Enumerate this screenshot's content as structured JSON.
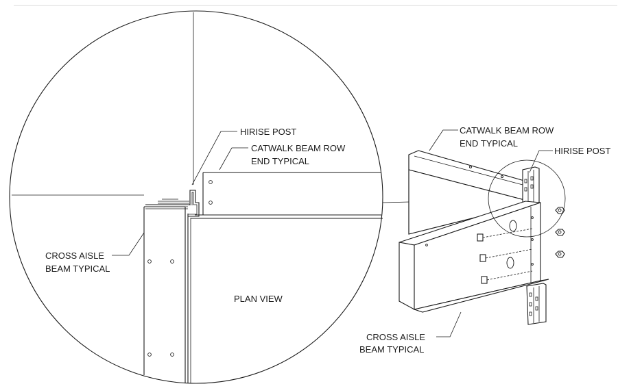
{
  "detail_view": {
    "label_hirise_post": "HIRISE POST",
    "label_catwalk_line1": "CATWALK BEAM ROW",
    "label_catwalk_line2": "END TYPICAL",
    "label_cross_aisle_line1": "CROSS AISLE",
    "label_cross_aisle_line2": "BEAM TYPICAL",
    "label_plan_view": "PLAN VIEW"
  },
  "iso_view": {
    "label_catwalk_line1": "CATWALK BEAM ROW",
    "label_catwalk_line2": "END TYPICAL",
    "label_hirise_post": "HIRISE POST",
    "label_cross_aisle_line1": "CROSS AISLE",
    "label_cross_aisle_line2": "BEAM TYPICAL"
  }
}
